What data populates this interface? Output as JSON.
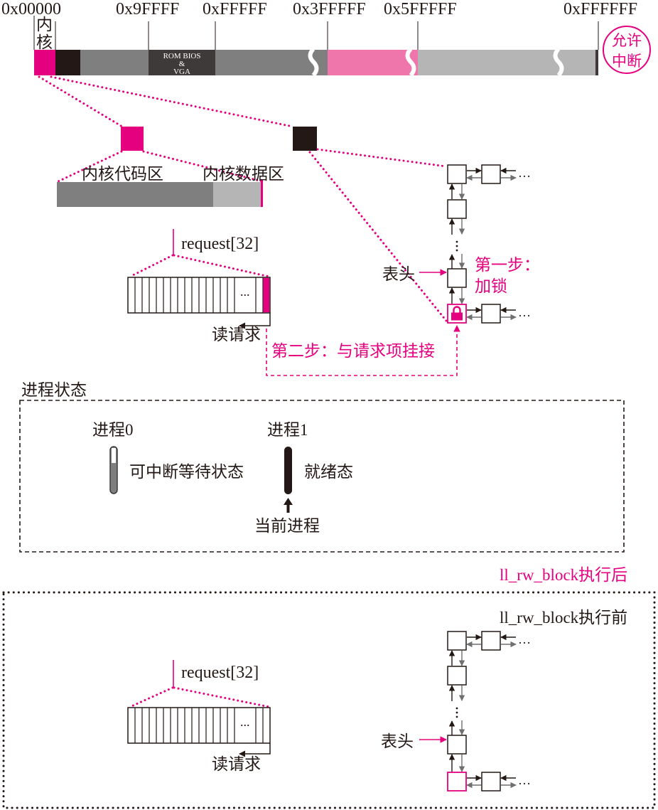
{
  "colors": {
    "accent": "#e4007f",
    "pink": "#ef76ab",
    "gray": "#7f7f7f",
    "light_gray": "#b5b5b6",
    "dark": "#3e3a39",
    "black": "#231815"
  },
  "memory_map": {
    "addresses": [
      "0x00000",
      "0x9FFFF",
      "0xFFFFF",
      "0x3FFFFF",
      "0x5FFFFF",
      "0xFFFFFF"
    ],
    "kernel_label": [
      "内",
      "核"
    ],
    "rom_bios_label": [
      "ROM BIOS",
      "&",
      "VGA"
    ],
    "interrupt_badge": [
      "允许",
      "中断"
    ]
  },
  "kernel_regions": {
    "code": "内核代码区",
    "data": "内核数据区"
  },
  "upper_request": {
    "label": "request[32]",
    "ellipsis": "...",
    "read_label": "读请求"
  },
  "upper_list": {
    "head_label": "表头",
    "step1": [
      "第一步：",
      "加锁"
    ],
    "ellipsis": [
      "…",
      "…"
    ]
  },
  "step2_label": "第二步：与请求项挂接",
  "process_states": {
    "title": "进程状态",
    "process0": {
      "name": "进程0",
      "state": "可中断等待状态"
    },
    "process1": {
      "name": "进程1",
      "state": "就绪态",
      "marker": "当前进程"
    }
  },
  "after_label": "ll_rw_block执行后",
  "before_label": "ll_rw_block执行前",
  "lower_request": {
    "label": "request[32]",
    "ellipsis": "...",
    "read_label": "读请求"
  },
  "lower_list": {
    "head_label": "表头",
    "ellipsis": [
      "…",
      "…"
    ]
  }
}
